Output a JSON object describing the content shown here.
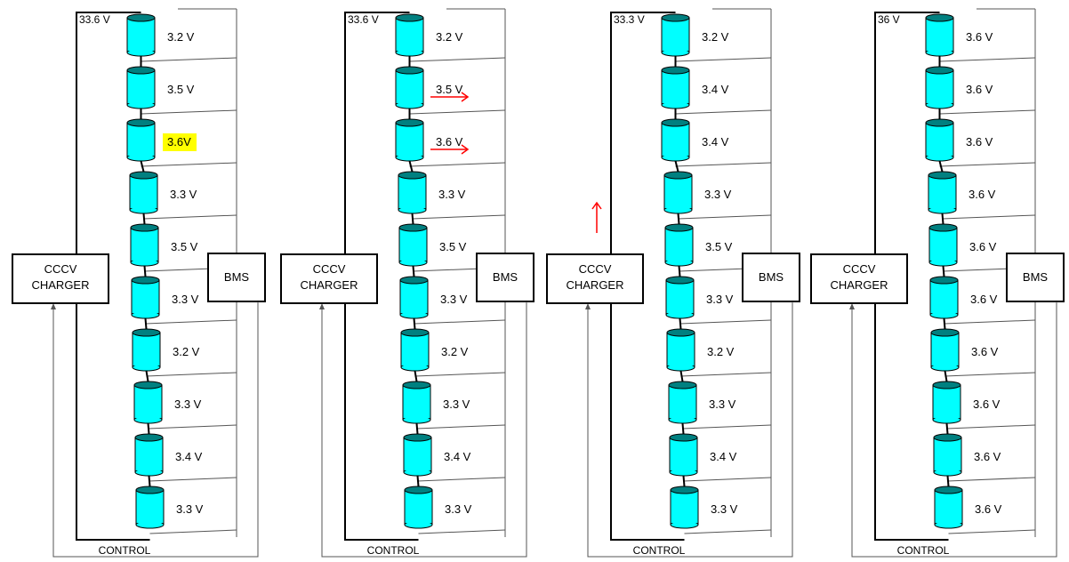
{
  "colors": {
    "cell_fill": "#00ffff",
    "cell_top": "#008080",
    "highlight": "#ffff00",
    "arrow": "#ff0000",
    "line": "#000000",
    "thin_line": "#555555"
  },
  "labels": {
    "charger_line1": "CCCV",
    "charger_line2": "CHARGER",
    "bms": "BMS",
    "control": "CONTROL"
  },
  "panels": [
    {
      "total_voltage": "33.6 V",
      "cells": [
        "3.2 V",
        "3.5 V",
        "3.6V",
        "3.3 V",
        "3.5 V",
        "3.3 V",
        "3.2 V",
        "3.3 V",
        "3.4 V",
        "3.3 V"
      ],
      "highlighted_cell": 2,
      "shunt_arrows": [],
      "charger_arrow": false
    },
    {
      "total_voltage": "33.6 V",
      "cells": [
        "3.2 V",
        "3.5 V",
        "3.6 V",
        "3.3 V",
        "3.5 V",
        "3.3 V",
        "3.2 V",
        "3.3 V",
        "3.4 V",
        "3.3 V"
      ],
      "highlighted_cell": -1,
      "shunt_arrows": [
        1,
        2
      ],
      "charger_arrow": false
    },
    {
      "total_voltage": "33.3 V",
      "cells": [
        "3.2 V",
        "3.4 V",
        "3.4 V",
        "3.3 V",
        "3.5 V",
        "3.3 V",
        "3.2 V",
        "3.3 V",
        "3.4 V",
        "3.3 V"
      ],
      "highlighted_cell": -1,
      "shunt_arrows": [],
      "charger_arrow": true
    },
    {
      "total_voltage": "36 V",
      "cells": [
        "3.6 V",
        "3.6 V",
        "3.6 V",
        "3.6 V",
        "3.6 V",
        "3.6 V",
        "3.6 V",
        "3.6 V",
        "3.6 V",
        "3.6 V"
      ],
      "highlighted_cell": -1,
      "shunt_arrows": [],
      "charger_arrow": false
    }
  ]
}
